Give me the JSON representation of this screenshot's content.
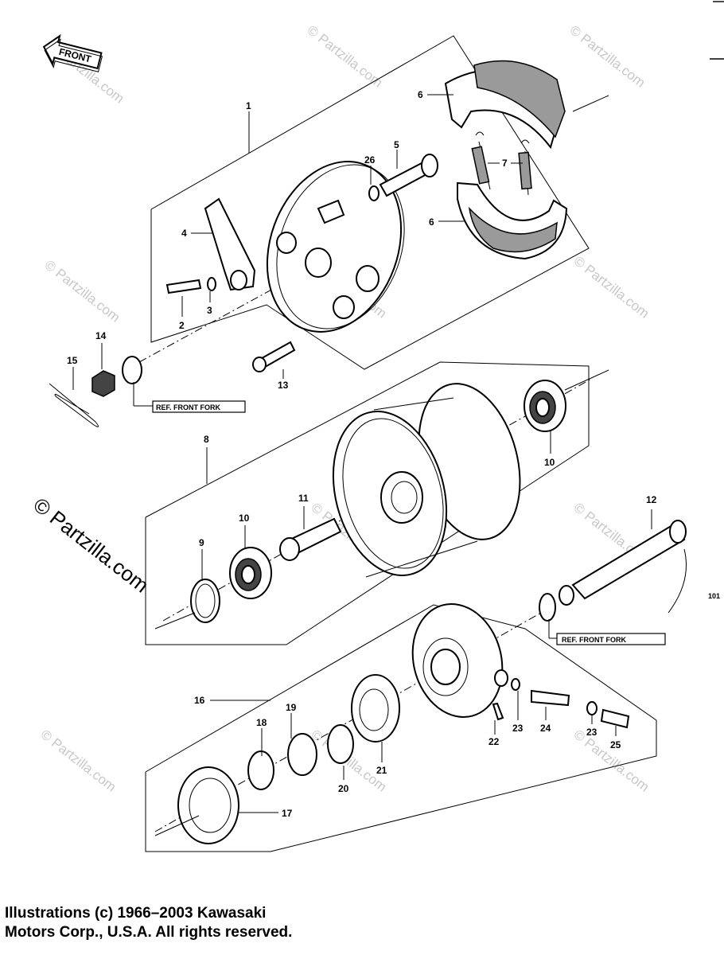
{
  "diagram": {
    "front_badge": "FRONT",
    "side_code": "101",
    "ref_labels": [
      "REF. FRONT FORK",
      "REF. FRONT FORK"
    ],
    "watermark_large": "© Partzilla.com",
    "watermark_small": "© Partzilla.com",
    "callouts": [
      {
        "id": "1",
        "label": "1"
      },
      {
        "id": "2",
        "label": "2"
      },
      {
        "id": "3",
        "label": "3"
      },
      {
        "id": "4",
        "label": "4"
      },
      {
        "id": "5",
        "label": "5"
      },
      {
        "id": "6a",
        "label": "6"
      },
      {
        "id": "6b",
        "label": "6"
      },
      {
        "id": "7",
        "label": "7"
      },
      {
        "id": "8",
        "label": "8"
      },
      {
        "id": "9",
        "label": "9"
      },
      {
        "id": "10a",
        "label": "10"
      },
      {
        "id": "10b",
        "label": "10"
      },
      {
        "id": "11",
        "label": "11"
      },
      {
        "id": "12",
        "label": "12"
      },
      {
        "id": "13",
        "label": "13"
      },
      {
        "id": "14",
        "label": "14"
      },
      {
        "id": "15",
        "label": "15"
      },
      {
        "id": "16",
        "label": "16"
      },
      {
        "id": "17",
        "label": "17"
      },
      {
        "id": "18",
        "label": "18"
      },
      {
        "id": "19",
        "label": "19"
      },
      {
        "id": "20",
        "label": "20"
      },
      {
        "id": "21",
        "label": "21"
      },
      {
        "id": "22",
        "label": "22"
      },
      {
        "id": "23a",
        "label": "23"
      },
      {
        "id": "23b",
        "label": "23"
      },
      {
        "id": "24",
        "label": "24"
      },
      {
        "id": "25",
        "label": "25"
      },
      {
        "id": "26",
        "label": "26"
      }
    ]
  },
  "footer": {
    "copyright_line1": "Illustrations (c) 1966–2003 Kawasaki",
    "copyright_line2": "Motors Corp., U.S.A.  All rights reserved."
  }
}
